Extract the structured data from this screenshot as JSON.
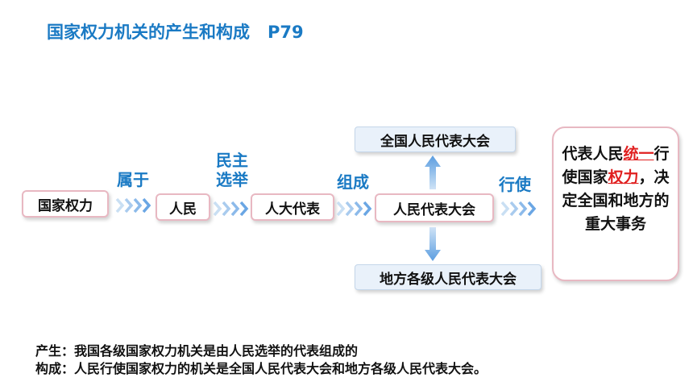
{
  "header": {
    "title": "国家权力机关的产生和构成",
    "page_ref": "P79"
  },
  "flow": {
    "node_state_power": "国家权力",
    "rel_belongs": "属于",
    "node_people": "人民",
    "rel_elect_line1": "民主",
    "rel_elect_line2": "选举",
    "node_deputies": "人大代表",
    "rel_compose": "组成",
    "node_congress": "人民代表大会",
    "rel_exercise": "行使",
    "node_npc": "全国人民代表大会",
    "node_local": "地方各级人民代表大会"
  },
  "result": {
    "part1": "代表人民",
    "part2_red": "统一",
    "part3": "行使国家",
    "part4_red": "权力",
    "part5": "，决定全国和地方的重大事务"
  },
  "notes": {
    "line1": "产生：我国各级国家权力机关是由人民选举的代表组成的",
    "line2": "构成：人民行使国家权力的机关是全国人民代表大会和地方各级人民代表大会。"
  },
  "colors": {
    "accent_blue": "#1a7ac4",
    "highlight_red": "#e02020",
    "box_border": "#e8b8c2",
    "light_blue_box": "#e9f1fa",
    "arrow_blue": "#7fb4e6"
  }
}
